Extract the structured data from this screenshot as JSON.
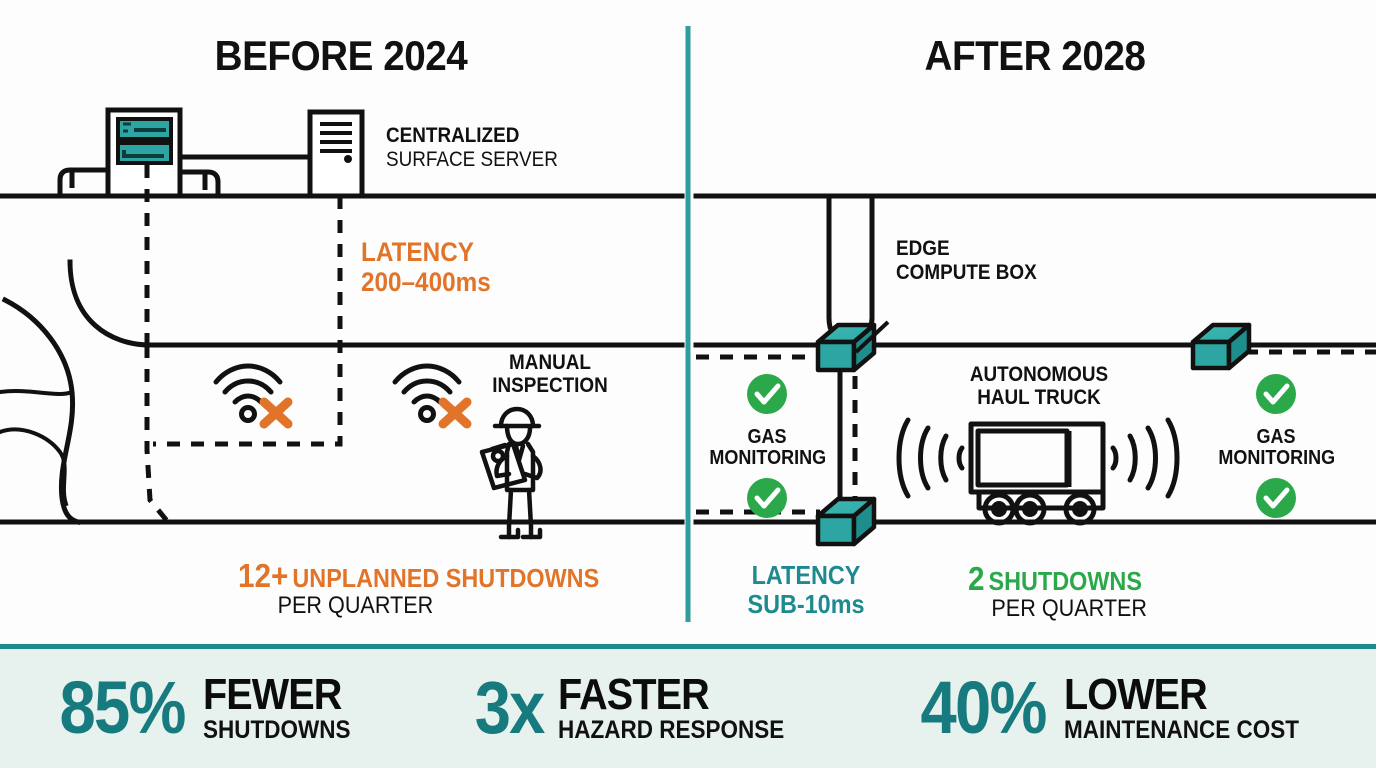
{
  "colors": {
    "orange": "#E2742A",
    "teal": "#1D8A8F",
    "teal_dark": "#167A7E",
    "green": "#2BA84A",
    "ink": "#111111",
    "banner_bg": "#E7F2EE",
    "box_teal": "#27A3A0"
  },
  "panels": {
    "before": {
      "title": "BEFORE 2024",
      "server_label": {
        "line1": "CENTRALIZED",
        "line2": "SURFACE SERVER"
      },
      "latency": {
        "line1": "LATENCY",
        "line2": "200–400ms"
      },
      "manual": {
        "line1": "MANUAL",
        "line2": "INSPECTION"
      },
      "stat": {
        "number": "12+",
        "headline": "UNPLANNED SHUTDOWNS",
        "sub": "PER QUARTER"
      },
      "icons": [
        "workstation-icon",
        "tower-server-icon",
        "wifi-failed-icon",
        "wifi-failed-icon",
        "inspector-worker-icon"
      ]
    },
    "after": {
      "title": "AFTER 2028",
      "edge_label": {
        "line1": "EDGE",
        "line2": "COMPUTE BOX"
      },
      "truck_label": {
        "line1": "AUTONOMOUS",
        "line2": "HAUL TRUCK"
      },
      "gas_left": {
        "line1": "GAS",
        "line2": "MONITORING"
      },
      "gas_right": {
        "line1": "GAS",
        "line2": "MONITORING"
      },
      "latency": {
        "line1": "LATENCY",
        "line2": "SUB-10ms"
      },
      "stat": {
        "number": "2",
        "headline": "SHUTDOWNS",
        "sub": "PER QUARTER"
      },
      "icons": [
        "edge-compute-box-icon",
        "check-circle-icon",
        "signal-wave-icon",
        "haul-truck-icon"
      ]
    }
  },
  "banner": {
    "kpis": [
      {
        "number": "85%",
        "headline": "FEWER",
        "sub": "SHUTDOWNS"
      },
      {
        "number": "3x",
        "headline": "FASTER",
        "sub": "HAZARD RESPONSE"
      },
      {
        "number": "40%",
        "headline": "LOWER",
        "sub": "MAINTENANCE COST"
      }
    ]
  }
}
